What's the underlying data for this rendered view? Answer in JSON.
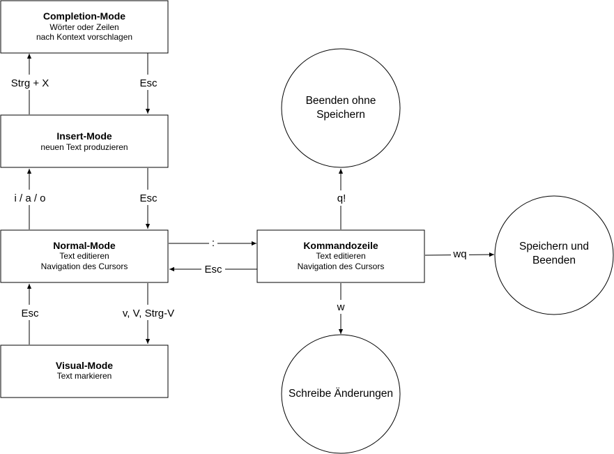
{
  "nodes": {
    "completion": {
      "title": "Completion-Mode",
      "line1": "Wörter oder Zeilen",
      "line2": "nach Kontext vorschlagen"
    },
    "insert": {
      "title": "Insert-Mode",
      "line1": "neuen Text produzieren"
    },
    "normal": {
      "title": "Normal-Mode",
      "line1": "Text editieren",
      "line2": "Navigation des Cursors"
    },
    "visual": {
      "title": "Visual-Mode",
      "line1": "Text markieren"
    },
    "command": {
      "title": "Kommandozeile",
      "line1": "Text editieren",
      "line2": "Navigation des Cursors"
    },
    "quit": {
      "line1": "Beenden ohne",
      "line2": "Speichern"
    },
    "savequit": {
      "line1": "Speichern und",
      "line2": "Beenden"
    },
    "write": {
      "line1": "Schreibe Änderungen"
    }
  },
  "edges": {
    "insert_to_completion": "Strg + X",
    "completion_to_insert": "Esc",
    "normal_to_insert": "i / a / o",
    "insert_to_normal": "Esc",
    "visual_to_normal": "Esc",
    "normal_to_visual": "v, V, Strg-V",
    "normal_to_command": ":",
    "command_to_normal": "Esc",
    "command_to_quit": "q!",
    "command_to_savequit": "wq",
    "command_to_write": "w"
  }
}
